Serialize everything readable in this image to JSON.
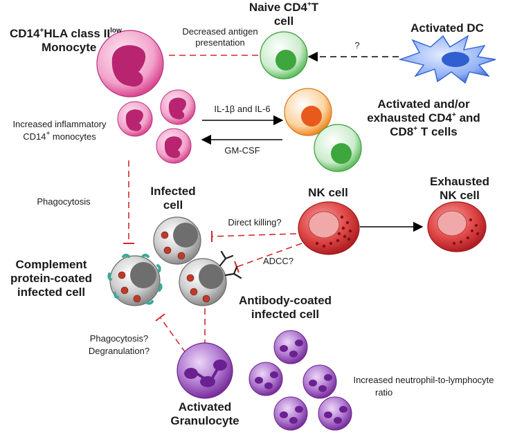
{
  "cells": {
    "monocyte_low": {
      "line1_a": "CD14",
      "line1_b": "+",
      "line1_c": "HLA class II",
      "line1_d": "low",
      "line2": "Monocyte"
    },
    "naive_cd4": {
      "line1_a": "Naive CD4",
      "line1_b": "+",
      "line1_c": "T",
      "line2": "cell"
    },
    "activated_dc": "Activated DC",
    "activated_t": {
      "line1": "Activated and/or",
      "line2_a": "exhausted CD4",
      "line2_b": "+",
      "line2_c": " and",
      "line3_a": "CD8",
      "line3_b": "+",
      "line3_c": " T cells"
    },
    "inflammatory_monocytes": {
      "line1": "Increased inflammatory",
      "line2_a": "CD14",
      "line2_b": "+",
      "line2_c": " monocytes"
    },
    "infected_cell": {
      "line1": "Infected",
      "line2": "cell"
    },
    "nk_cell": "NK cell",
    "exhausted_nk": {
      "line1": "Exhausted",
      "line2": "NK cell"
    },
    "complement_cell": {
      "line1": "Complement",
      "line2": "protein-coated",
      "line3": "infected cell"
    },
    "antibody_cell": {
      "line1": "Antibody-coated",
      "line2": "infected cell"
    },
    "granulocyte": {
      "line1": "Activated",
      "line2": "Granulocyte"
    },
    "neutrophil_ratio": {
      "line1": "Increased neutrophil-to-lymphocyte",
      "line2": "ratio"
    }
  },
  "interactions": {
    "antigen": {
      "line1": "Decreased antigen",
      "line2": "presentation"
    },
    "question": "?",
    "il": "IL-1β and IL-6",
    "gmcsf": "GM-CSF",
    "phagocytosis": "Phagocytosis",
    "direct_killing": "Direct killing?",
    "adcc": "ADCC?",
    "granulocyte_action": {
      "line1": "Phagocytosis?",
      "line2": "Degranulation?"
    }
  },
  "colors": {
    "monocyte": "#d93a8c",
    "naive_t": "#4db34d",
    "dc": "#2f5fd0",
    "activated_t_orange": "#f08a1c",
    "nk": "#c8282d",
    "infected": "#8a8a8a",
    "granulocyte": "#8a3aa8",
    "inhibit_line": "#d0282d",
    "complement": "#3aaa9a"
  }
}
